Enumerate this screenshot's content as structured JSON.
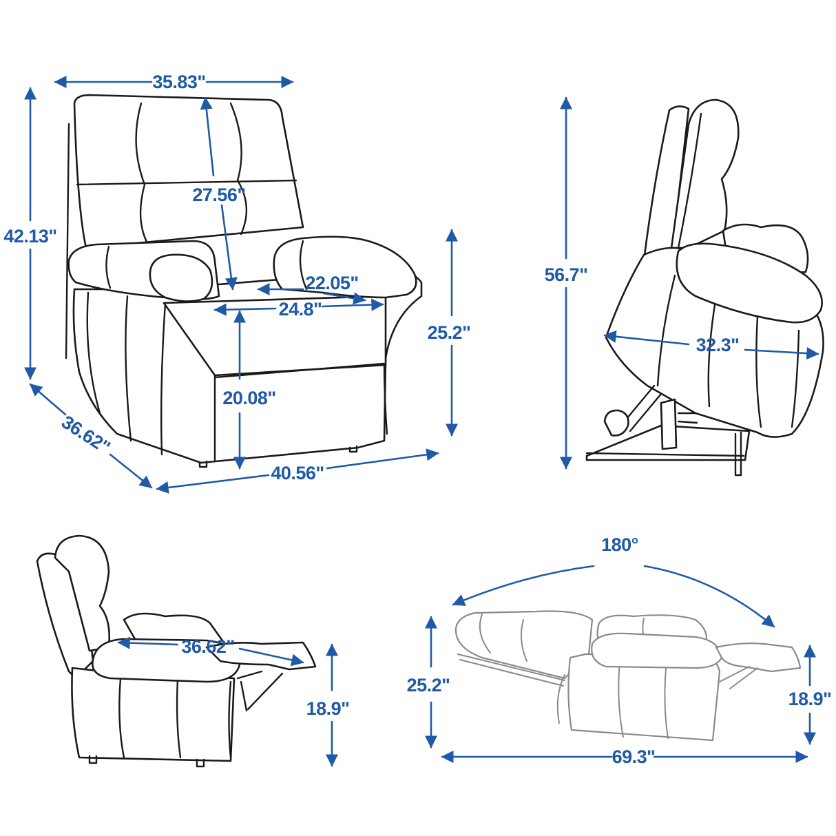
{
  "accent_color": "#1f5aa6",
  "views": {
    "front": {
      "width_top": "35.83\"",
      "backrest_height": "27.56\"",
      "total_height": "42.13\"",
      "seat_depth": "22.05\"",
      "seat_width": "24.8\"",
      "arm_height": "25.2\"",
      "seat_height": "20.08\"",
      "depth": "36.62\"",
      "width": "40.56\""
    },
    "lifted": {
      "height": "56.7\"",
      "depth": "32.3\""
    },
    "footrest": {
      "length": "36.62\"",
      "footrest_height": "18.9\""
    },
    "flat": {
      "angle": "180°",
      "height": "25.2\"",
      "footrest_height": "18.9\"",
      "length": "69.3\""
    }
  }
}
